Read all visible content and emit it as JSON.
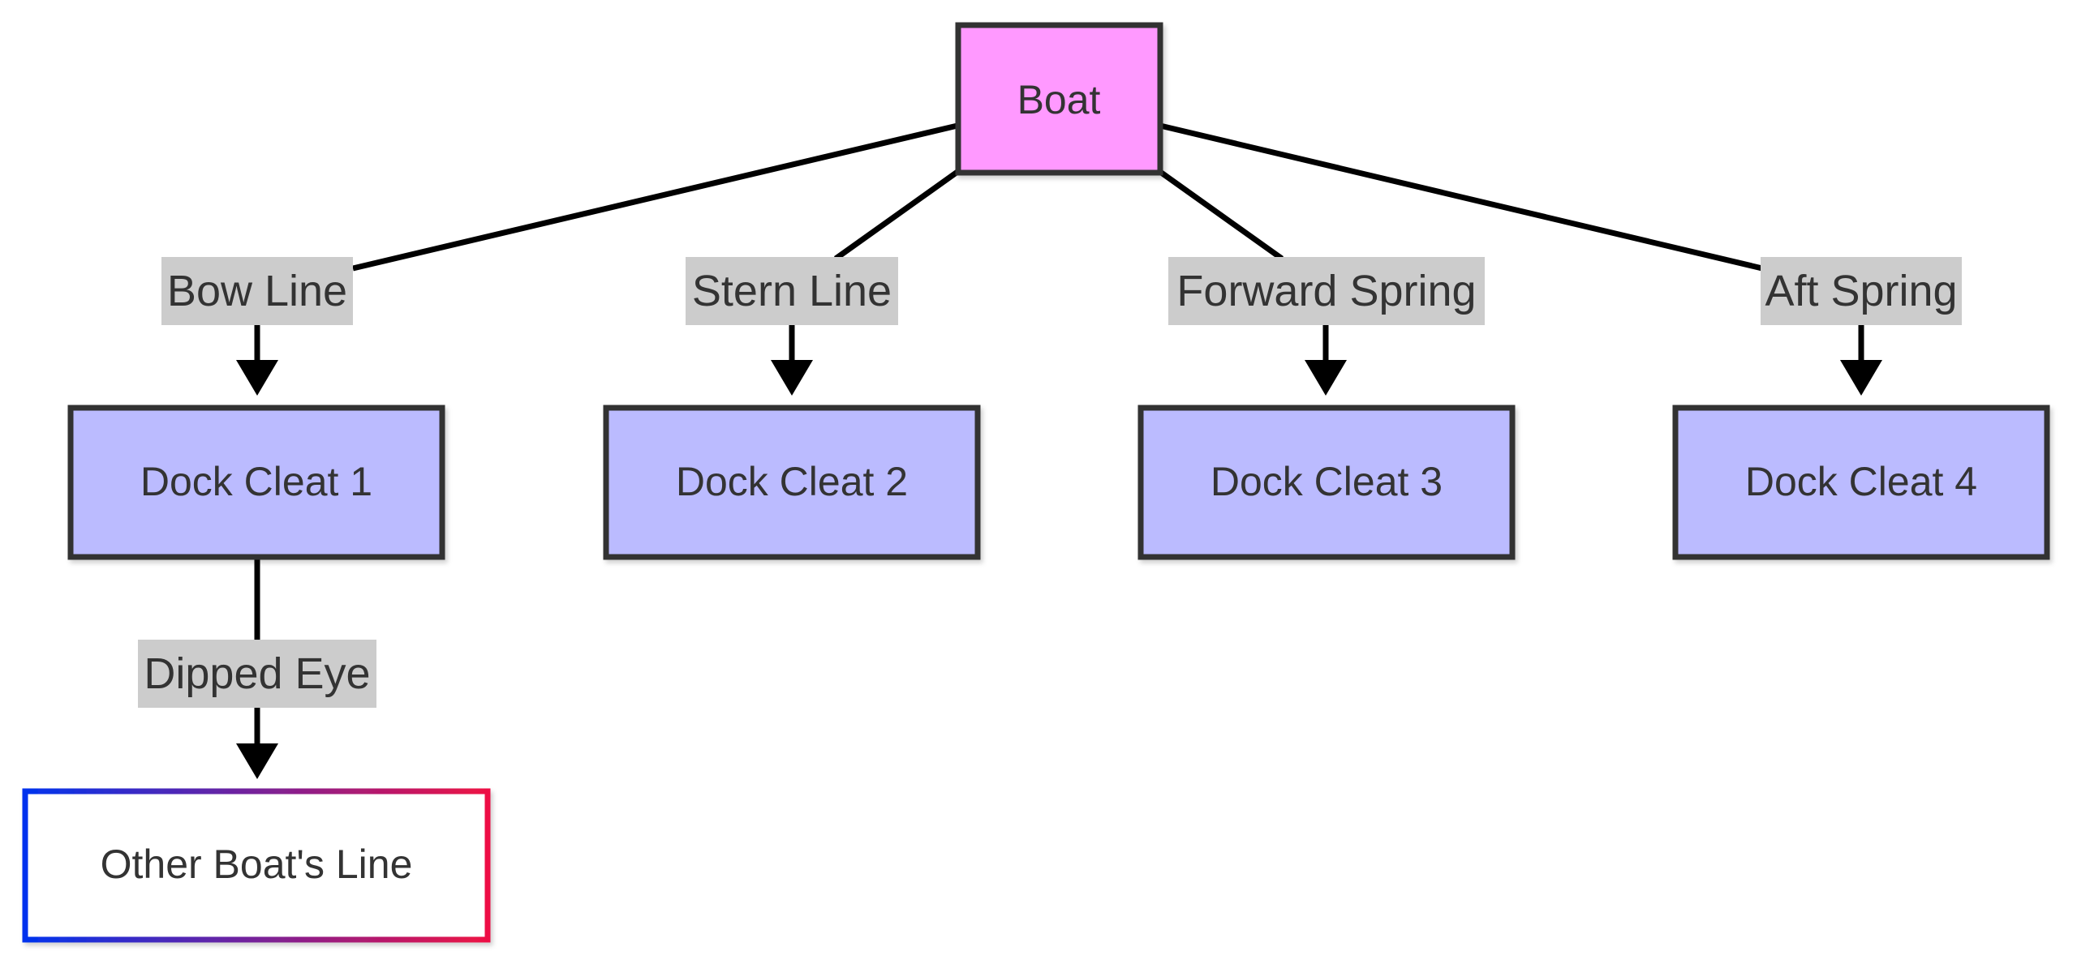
{
  "diagram": {
    "nodes": {
      "boat": {
        "label": "Boat",
        "fill": "#ff99ff"
      },
      "cleat1": {
        "label": "Dock Cleat 1",
        "fill": "#bbbbff"
      },
      "cleat2": {
        "label": "Dock Cleat 2",
        "fill": "#bbbbff"
      },
      "cleat3": {
        "label": "Dock Cleat 3",
        "fill": "#bbbbff"
      },
      "cleat4": {
        "label": "Dock Cleat 4",
        "fill": "#bbbbff"
      },
      "other": {
        "label": "Other Boat's Line",
        "fill": "#ffffff",
        "border_gradient": [
          "#0033ee",
          "#ee1144"
        ]
      }
    },
    "edges": {
      "bow": {
        "from": "Boat",
        "to": "Dock Cleat 1",
        "label": "Bow Line"
      },
      "stern": {
        "from": "Boat",
        "to": "Dock Cleat 2",
        "label": "Stern Line"
      },
      "forward": {
        "from": "Boat",
        "to": "Dock Cleat 3",
        "label": "Forward Spring"
      },
      "aft": {
        "from": "Boat",
        "to": "Dock Cleat 4",
        "label": "Aft Spring"
      },
      "dipped": {
        "from": "Dock Cleat 1",
        "to": "Other Boat's Line",
        "label": "Dipped Eye"
      }
    },
    "colors": {
      "edge_label_bg": "#cccccc",
      "edge_stroke": "#000000",
      "node_border": "#333333",
      "text": "#333333"
    }
  }
}
